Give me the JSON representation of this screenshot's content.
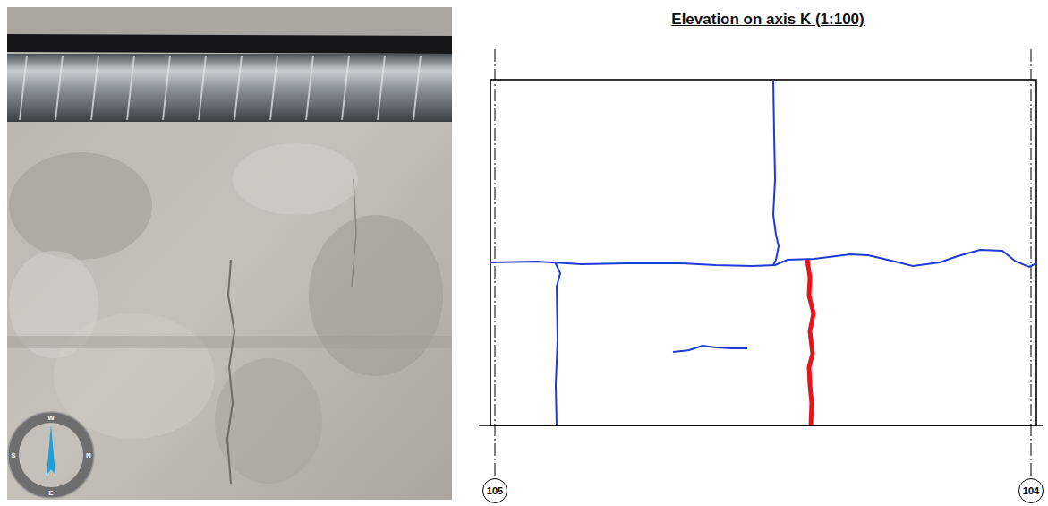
{
  "diagram": {
    "title": "Elevation on axis K (1:100)",
    "nodes": [
      {
        "text": [
          "105"
        ]
      },
      {
        "text": [
          "104"
        ]
      }
    ],
    "labels": [
      "W",
      "N",
      "E",
      "S"
    ]
  }
}
